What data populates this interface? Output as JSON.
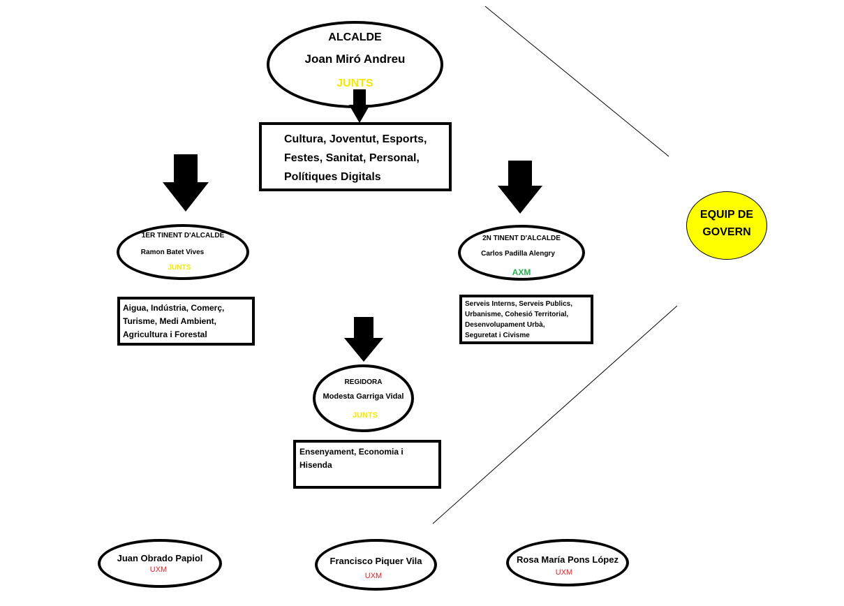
{
  "colors": {
    "junts": "#f5e800",
    "axm": "#22b14c",
    "uxm": "#ed1c24",
    "equip_fill": "#ffff00",
    "outline": "#000000"
  },
  "mayor": {
    "role": "ALCALDE",
    "name": "Joan Miró Andreu",
    "party": "JUNTS",
    "departments": [
      "Cultura, Joventut, Esports,",
      "Festes, Sanitat, Personal,",
      "Polítiques Digitals"
    ]
  },
  "first_deputy": {
    "role": "1ER TINENT D'ALCALDE",
    "name": "Ramon Batet Vives",
    "party": "JUNTS",
    "departments": [
      "Aigua, Indústria, Comerç,",
      "Turisme, Medi Ambient,",
      "Agricultura i Forestal"
    ]
  },
  "second_deputy": {
    "role": "2N TINENT D'ALCALDE",
    "name": "Carlos Padilla Alengry",
    "party": "AXM",
    "departments": [
      "Serveis Interns, Serveis Publics,",
      "Urbanisme, Cohesió Territorial,",
      "Desenvolupament Urbà,",
      "Seguretat i Civisme"
    ]
  },
  "councillor": {
    "role": "REGIDORA",
    "name": "Modesta Garriga Vidal",
    "party": "JUNTS",
    "departments": [
      "Ensenyament, Economia i",
      "Hisenda"
    ]
  },
  "equip_de_govern": [
    "EQUIP DE",
    "GOVERN"
  ],
  "opposition": [
    {
      "name": "Juan Obrado Papiol",
      "party": "UXM"
    },
    {
      "name": "Francisco Piquer Vila",
      "party": "UXM"
    },
    {
      "name": "Rosa María Pons López",
      "party": "UXM"
    }
  ]
}
